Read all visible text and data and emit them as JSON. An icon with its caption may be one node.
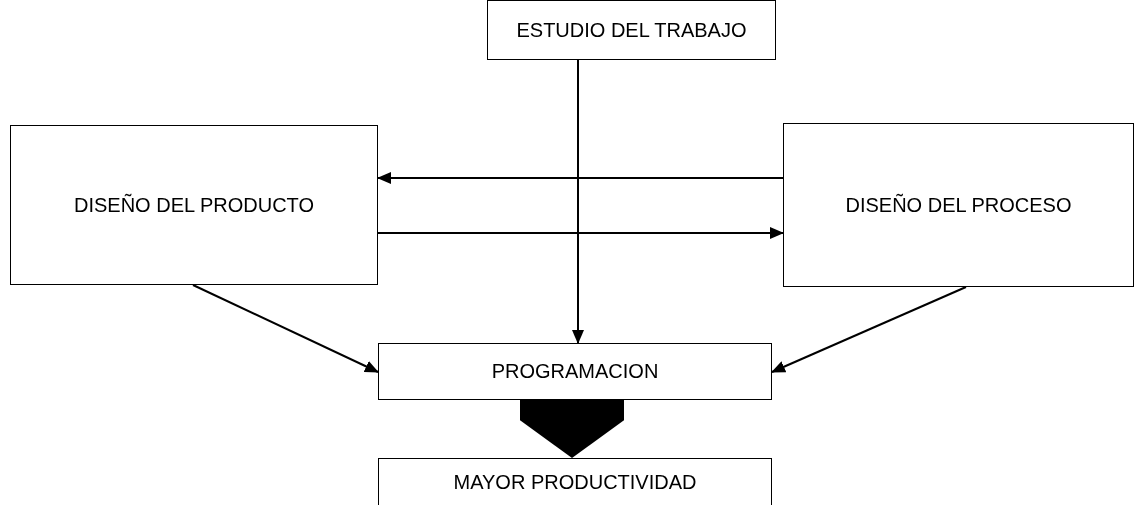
{
  "diagram": {
    "nodes": [
      {
        "text": [
          "ESTUDIO DEL TRABAJO"
        ]
      },
      {
        "text": [
          "DISEÑO DEL PRODUCTO"
        ]
      },
      {
        "text": [
          "DISEÑO DEL PROCESO"
        ]
      },
      {
        "text": [
          "PROGRAMACION"
        ]
      },
      {
        "text": [
          "MAYOR PRODUCTIVIDAD"
        ]
      }
    ],
    "edges": [
      {
        "from": 0,
        "to": 3,
        "arrow": "to"
      },
      {
        "from": 2,
        "to": 1,
        "arrow": "to"
      },
      {
        "from": 1,
        "to": 2,
        "arrow": "to"
      },
      {
        "from": 1,
        "to": 3,
        "arrow": "to"
      },
      {
        "from": 2,
        "to": 3,
        "arrow": "to"
      },
      {
        "from": 3,
        "to": 4,
        "arrow": "to",
        "style": "thick"
      }
    ]
  }
}
